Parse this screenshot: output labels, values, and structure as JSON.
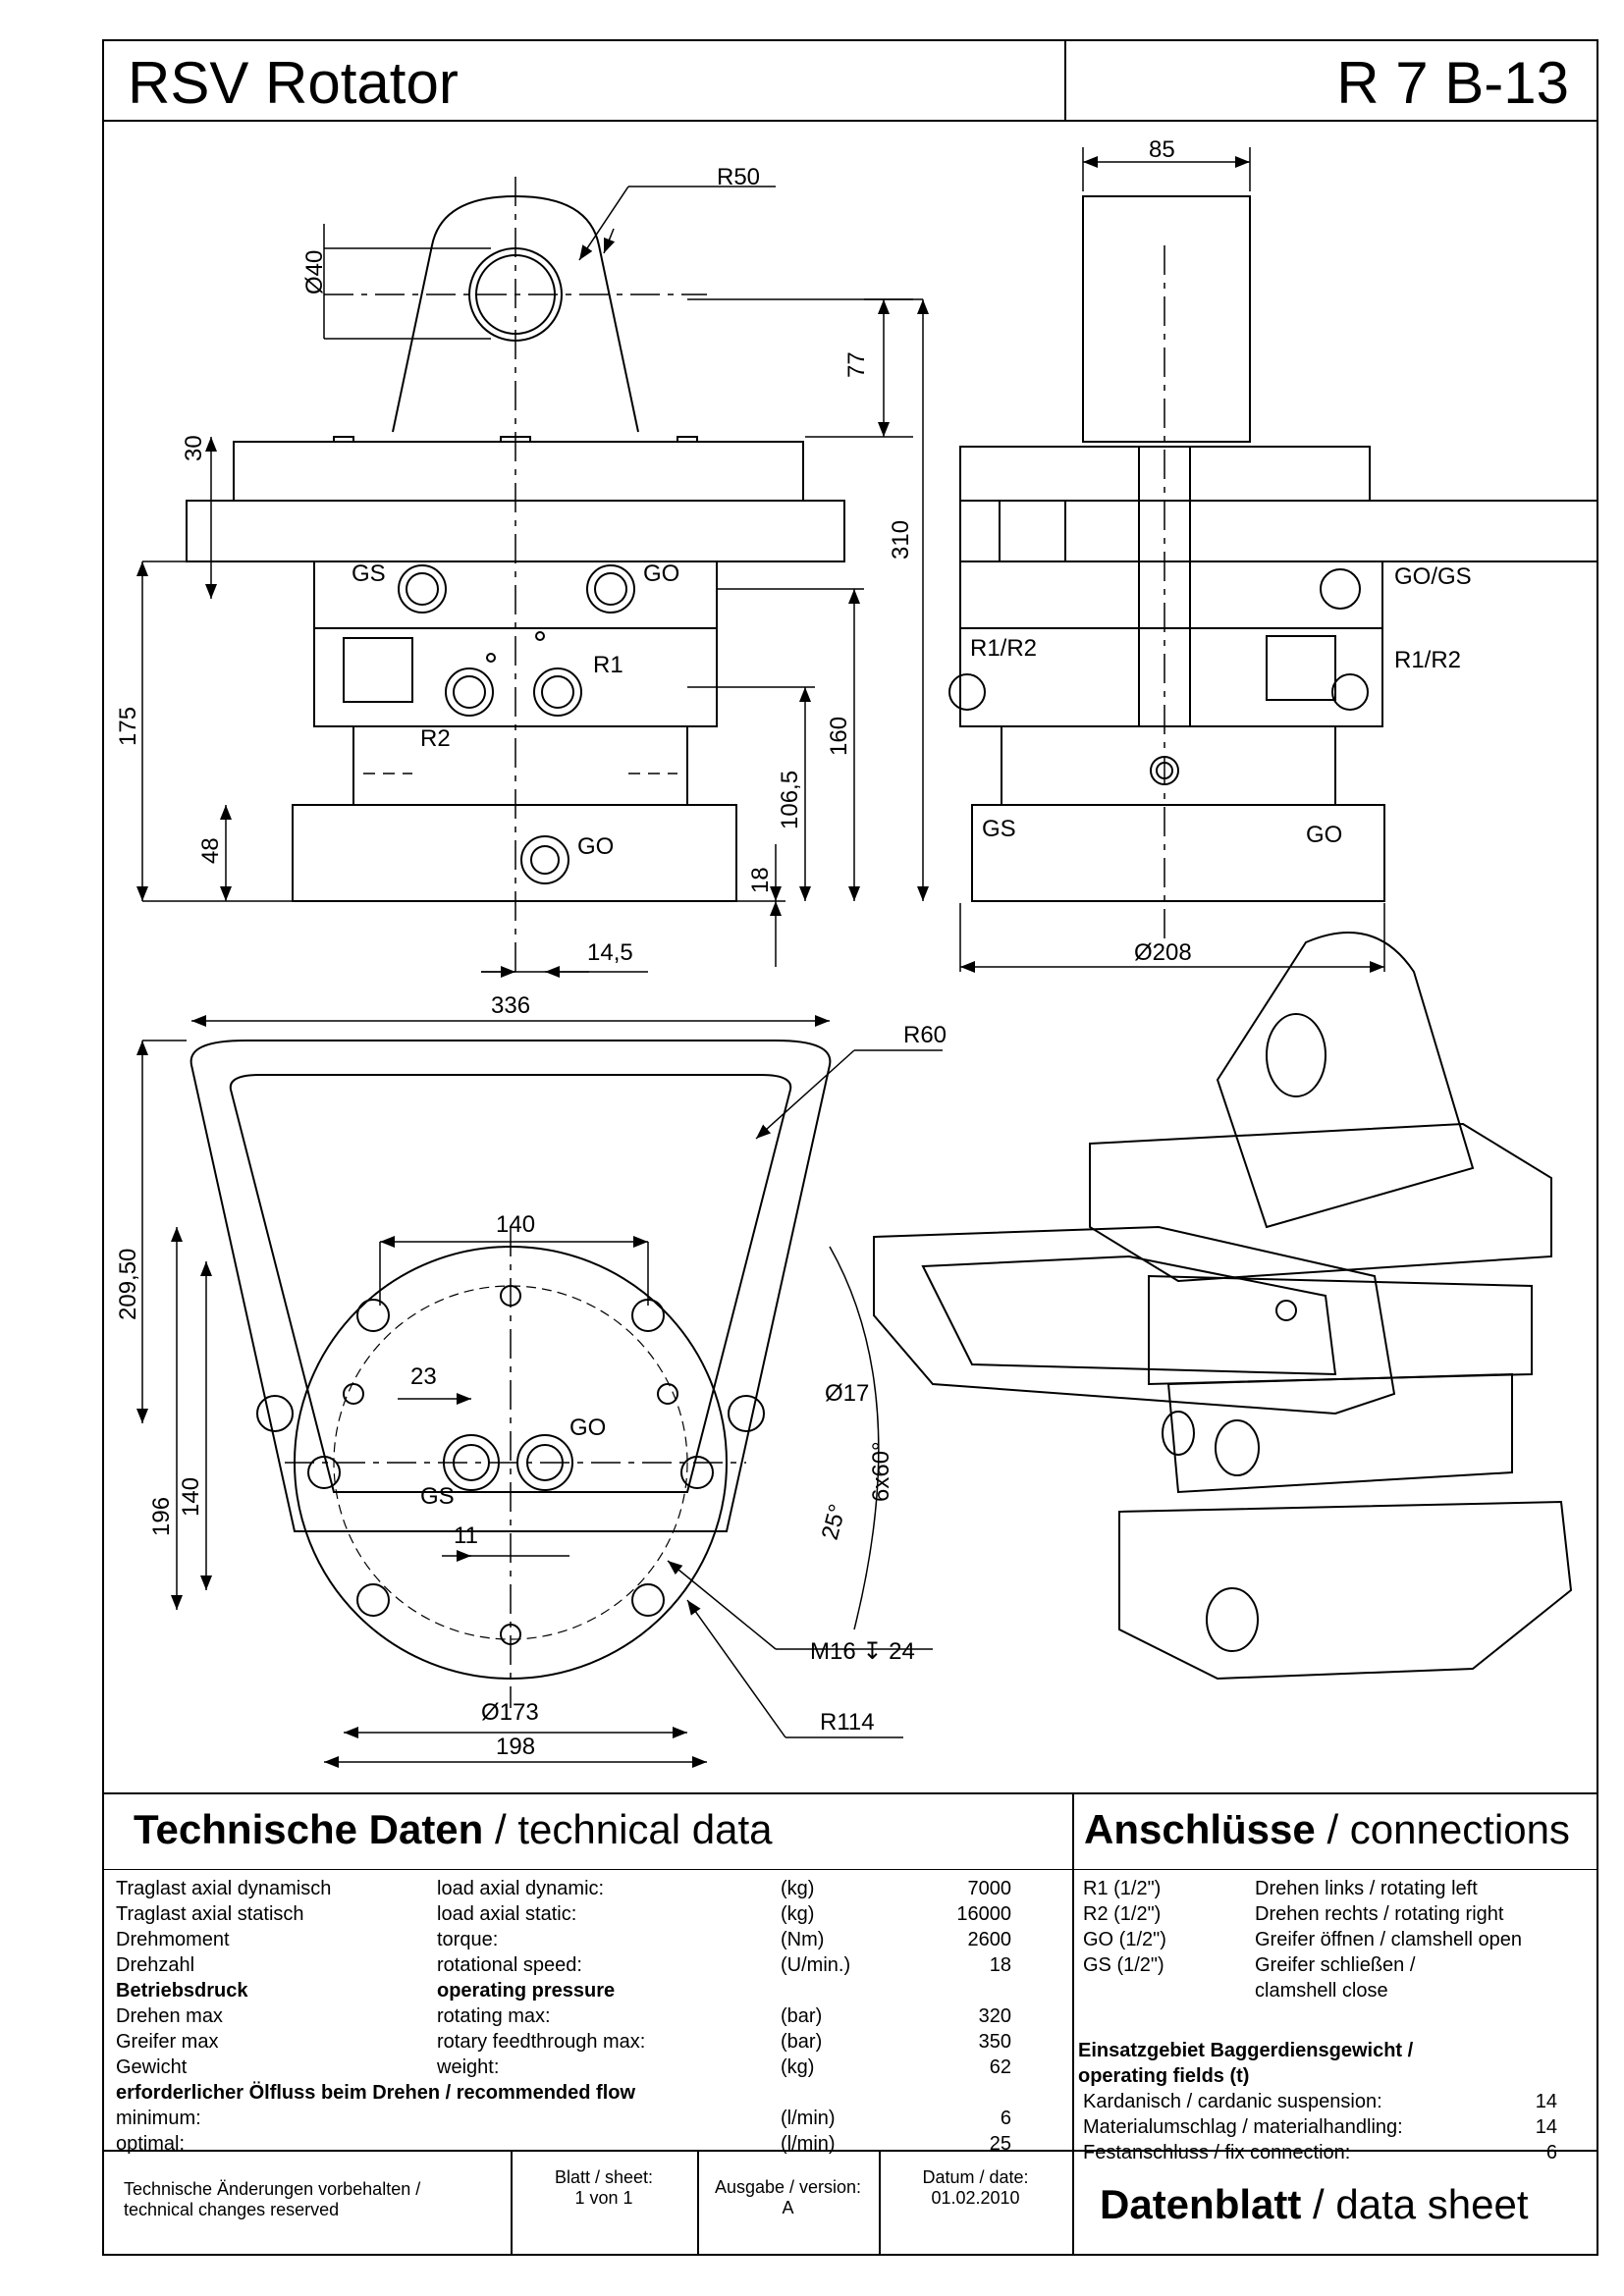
{
  "header": {
    "product": "RSV Rotator",
    "model": "R 7 B-13"
  },
  "drawing": {
    "front_view": {
      "dims": [
        "R50",
        "Ø40",
        "77",
        "30",
        "310",
        "175",
        "160",
        "106,5",
        "48",
        "18",
        "14,5"
      ],
      "ports": [
        "GS",
        "GO",
        "R1",
        "R2",
        "GO"
      ]
    },
    "side_view": {
      "dims": [
        "85",
        "Ø208"
      ],
      "ports": [
        "GO/GS",
        "R1/R2",
        "R1/R2",
        "GS",
        "GO"
      ]
    },
    "bottom_view": {
      "dims": [
        "336",
        "R60",
        "209,50",
        "140",
        "196",
        "140",
        "23",
        "11",
        "Ø17",
        "6x60°",
        "25°",
        "M16 ↧ 24",
        "Ø173",
        "198",
        "R114"
      ],
      "ports": [
        "GO",
        "GS"
      ]
    }
  },
  "technical": {
    "heading_de": "Technische Daten",
    "heading_en": "/ technical data",
    "rows": [
      {
        "de": "Traglast axial dynamisch",
        "en": "load axial dynamic:",
        "unit": "(kg)",
        "value": "7000"
      },
      {
        "de": "Traglast axial statisch",
        "en": "load axial static:",
        "unit": "(kg)",
        "value": "16000"
      },
      {
        "de": "Drehmoment",
        "en": "torque:",
        "unit": "(Nm)",
        "value": "2600"
      },
      {
        "de": "Drehzahl",
        "en": "rotational speed:",
        "unit": "(U/min.)",
        "value": "18"
      },
      {
        "de": "Betriebsdruck",
        "en": "operating pressure",
        "unit": "",
        "value": "",
        "bold": true
      },
      {
        "de": "Drehen max",
        "en": "rotating max:",
        "unit": "(bar)",
        "value": "320"
      },
      {
        "de": "Greifer max",
        "en": "rotary feedthrough max:",
        "unit": "(bar)",
        "value": "350"
      },
      {
        "de": "Gewicht",
        "en": "weight:",
        "unit": "(kg)",
        "value": "62"
      }
    ],
    "flow_heading": "erforderlicher Ölfluss beim Drehen / recommended flow",
    "flow_rows": [
      {
        "label": "minimum:",
        "unit": "(l/min)",
        "value": "6"
      },
      {
        "label": "optimal:",
        "unit": "(l/min)",
        "value": "25"
      }
    ]
  },
  "connections": {
    "heading_de": "Anschlüsse",
    "heading_en": "/ connections",
    "rows": [
      {
        "port": "R1  (1/2\")",
        "desc": "Drehen links / rotating left"
      },
      {
        "port": "R2  (1/2\")",
        "desc": "Drehen rechts / rotating right"
      },
      {
        "port": "GO (1/2\")",
        "desc": "Greifer öffnen / clamshell open"
      },
      {
        "port": "GS (1/2\")",
        "desc": "Greifer schließen /"
      },
      {
        "port": "",
        "desc": "clamshell close"
      }
    ],
    "fields_heading_1": "Einsatzgebiet Baggerdiensgewicht /",
    "fields_heading_2": "operating fields (t)",
    "fields": [
      {
        "label": "Kardanisch / cardanic suspension:",
        "value": "14"
      },
      {
        "label": "Materialumschlag / materialhandling:",
        "value": "14"
      },
      {
        "label": "Festanschluss / fix connection:",
        "value": "6"
      }
    ]
  },
  "footer": {
    "changes_1": "Technische Änderungen vorbehalten /",
    "changes_2": "technical changes reserved",
    "sheet_label": "Blatt / sheet:",
    "sheet_value": "1 von 1",
    "version_label": "Ausgabe / version:",
    "version_value": "A",
    "date_label": "Datum / date:",
    "date_value": "01.02.2010",
    "datasheet_de": "Datenblatt",
    "datasheet_en": "/ data sheet"
  }
}
